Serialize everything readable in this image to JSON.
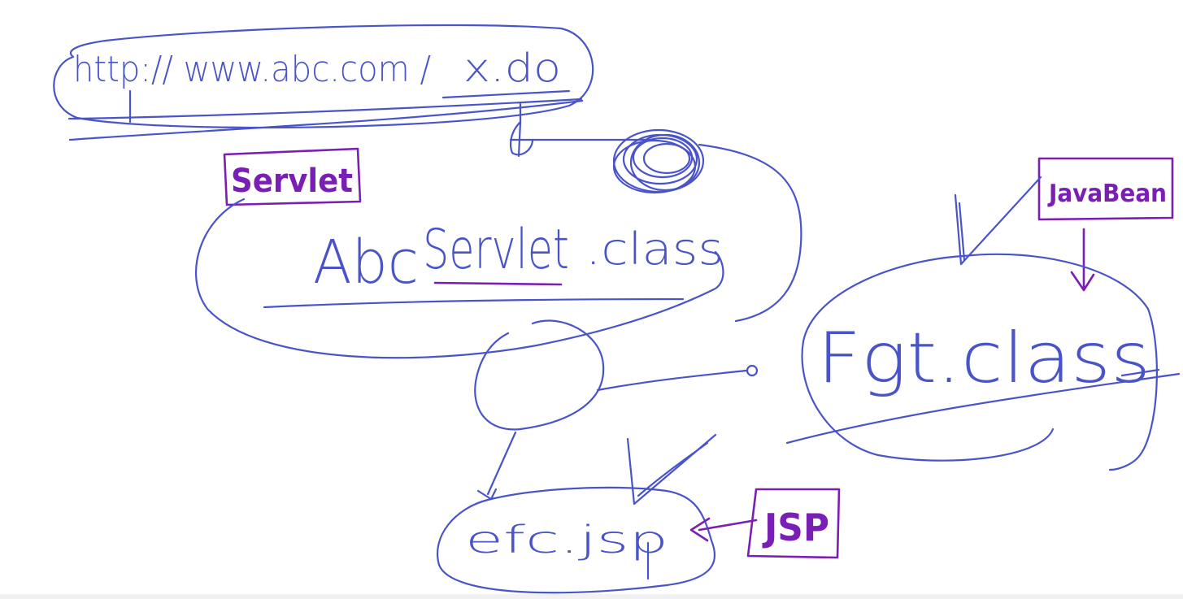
{
  "url": {
    "prefix": "http:// www.abc.com /",
    "path": "x.do"
  },
  "servlet": {
    "tag": "Servlet",
    "name_pre": "Abc",
    "name_main": "Servlet",
    "name_ext": ".class"
  },
  "bean": {
    "tag": "JavaBean",
    "name": "Fgt.class"
  },
  "jsp": {
    "tag": "JSP",
    "name": "efc.jsp"
  },
  "colors": {
    "ink": "#4a54c9",
    "marker": "#7a1fb5"
  }
}
